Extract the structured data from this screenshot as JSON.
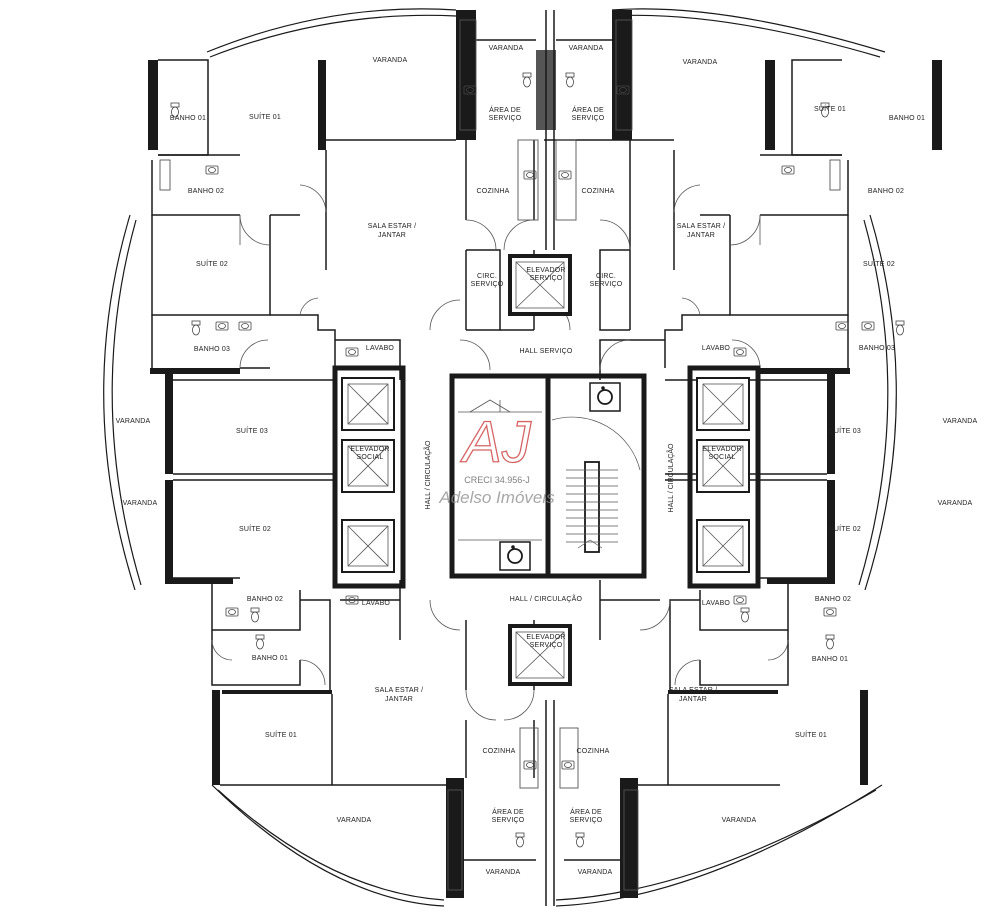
{
  "rooms": {
    "tl": {
      "varanda_top": "VARANDA",
      "suite01": "SUÍTE 01",
      "banho01": "BANHO 01",
      "banho02": "BANHO 02",
      "suite02": "SUÍTE 02",
      "banho03": "BANHO 03",
      "sala_l1": "SALA ESTAR /",
      "sala_l2": "JANTAR",
      "cozinha": "COZINHA",
      "varanda_small": "VARANDA",
      "area_l1": "ÁREA DE",
      "area_l2": "SERVIÇO",
      "circ_l1": "CIRC.",
      "circ_l2": "SERVIÇO",
      "lavabo": "LAVABO",
      "varanda_side": "VARANDA",
      "suite03": "SUÍTE 03"
    },
    "tr": {
      "varanda_top": "VARANDA",
      "suite01": "SUÍTE 01",
      "banho01": "BANHO 01",
      "banho02": "BANHO 02",
      "suite02": "SUÍTE 02",
      "banho03": "BANHO 03",
      "sala_l1": "SALA ESTAR /",
      "sala_l2": "JANTAR",
      "cozinha": "COZINHA",
      "varanda_small": "VARANDA",
      "area_l1": "ÁREA DE",
      "area_l2": "SERVIÇO",
      "circ_l1": "CIRC.",
      "circ_l2": "SERVIÇO",
      "lavabo": "LAVABO",
      "varanda_side": "VARANDA",
      "suite03": "SUÍTE 03"
    },
    "bl": {
      "varanda_side": "VARANDA",
      "suite02": "SUÍTE 02",
      "banho02": "BANHO 02",
      "banho01": "BANHO 01",
      "lavabo": "LAVABO",
      "suite01": "SUÍTE 01",
      "sala_l1": "SALA ESTAR /",
      "sala_l2": "JANTAR",
      "cozinha": "COZINHA",
      "area_l1": "ÁREA DE",
      "area_l2": "SERVIÇO",
      "varanda_bottom": "VARANDA",
      "varanda_small": "VARANDA"
    },
    "br": {
      "varanda_side": "VARANDA",
      "suite02": "SUÍTE 02",
      "banho02": "BANHO 02",
      "banho01": "BANHO 01",
      "lavabo": "LAVABO",
      "suite01": "SUÍTE 01",
      "sala_l1": "SALA ESTAR /",
      "sala_l2": "JANTAR",
      "cozinha": "COZINHA",
      "area_l1": "ÁREA DE",
      "area_l2": "SERVIÇO",
      "varanda_bottom": "VARANDA",
      "varanda_small": "VARANDA"
    },
    "core": {
      "elev_serv_top_l1": "ELEVADOR",
      "elev_serv_top_l2": "SERVIÇO",
      "hall_servico": "HALL SERVIÇO",
      "elev_social_left_l1": "ELEVADOR",
      "elev_social_left_l2": "SOCIAL",
      "elev_social_right_l1": "ELEVADOR",
      "elev_social_right_l2": "SOCIAL",
      "hall_circ_left": "HALL / CIRCULAÇÃO",
      "hall_circ_right": "HALL / CIRCULAÇÃO",
      "hall_circ_bottom": "HALL / CIRCULAÇÃO",
      "elev_serv_bottom_l1": "ELEVADOR",
      "elev_serv_bottom_l2": "SERVIÇO"
    }
  },
  "watermark": {
    "monogram": "AJ",
    "creci": "CRECI 34.956-J",
    "brand": "Adelso Imóveis"
  },
  "colors": {
    "wall": "#1a1a1a",
    "thin_line": "#555555",
    "wall_fill": "#777777",
    "watermark_red": "#c83232",
    "watermark_gray": "#8a8a8a"
  },
  "icons": [
    "accessibility-icon",
    "stair-icon",
    "elevator-icon",
    "toilet-icon",
    "sink-icon",
    "door-swing-icon"
  ]
}
